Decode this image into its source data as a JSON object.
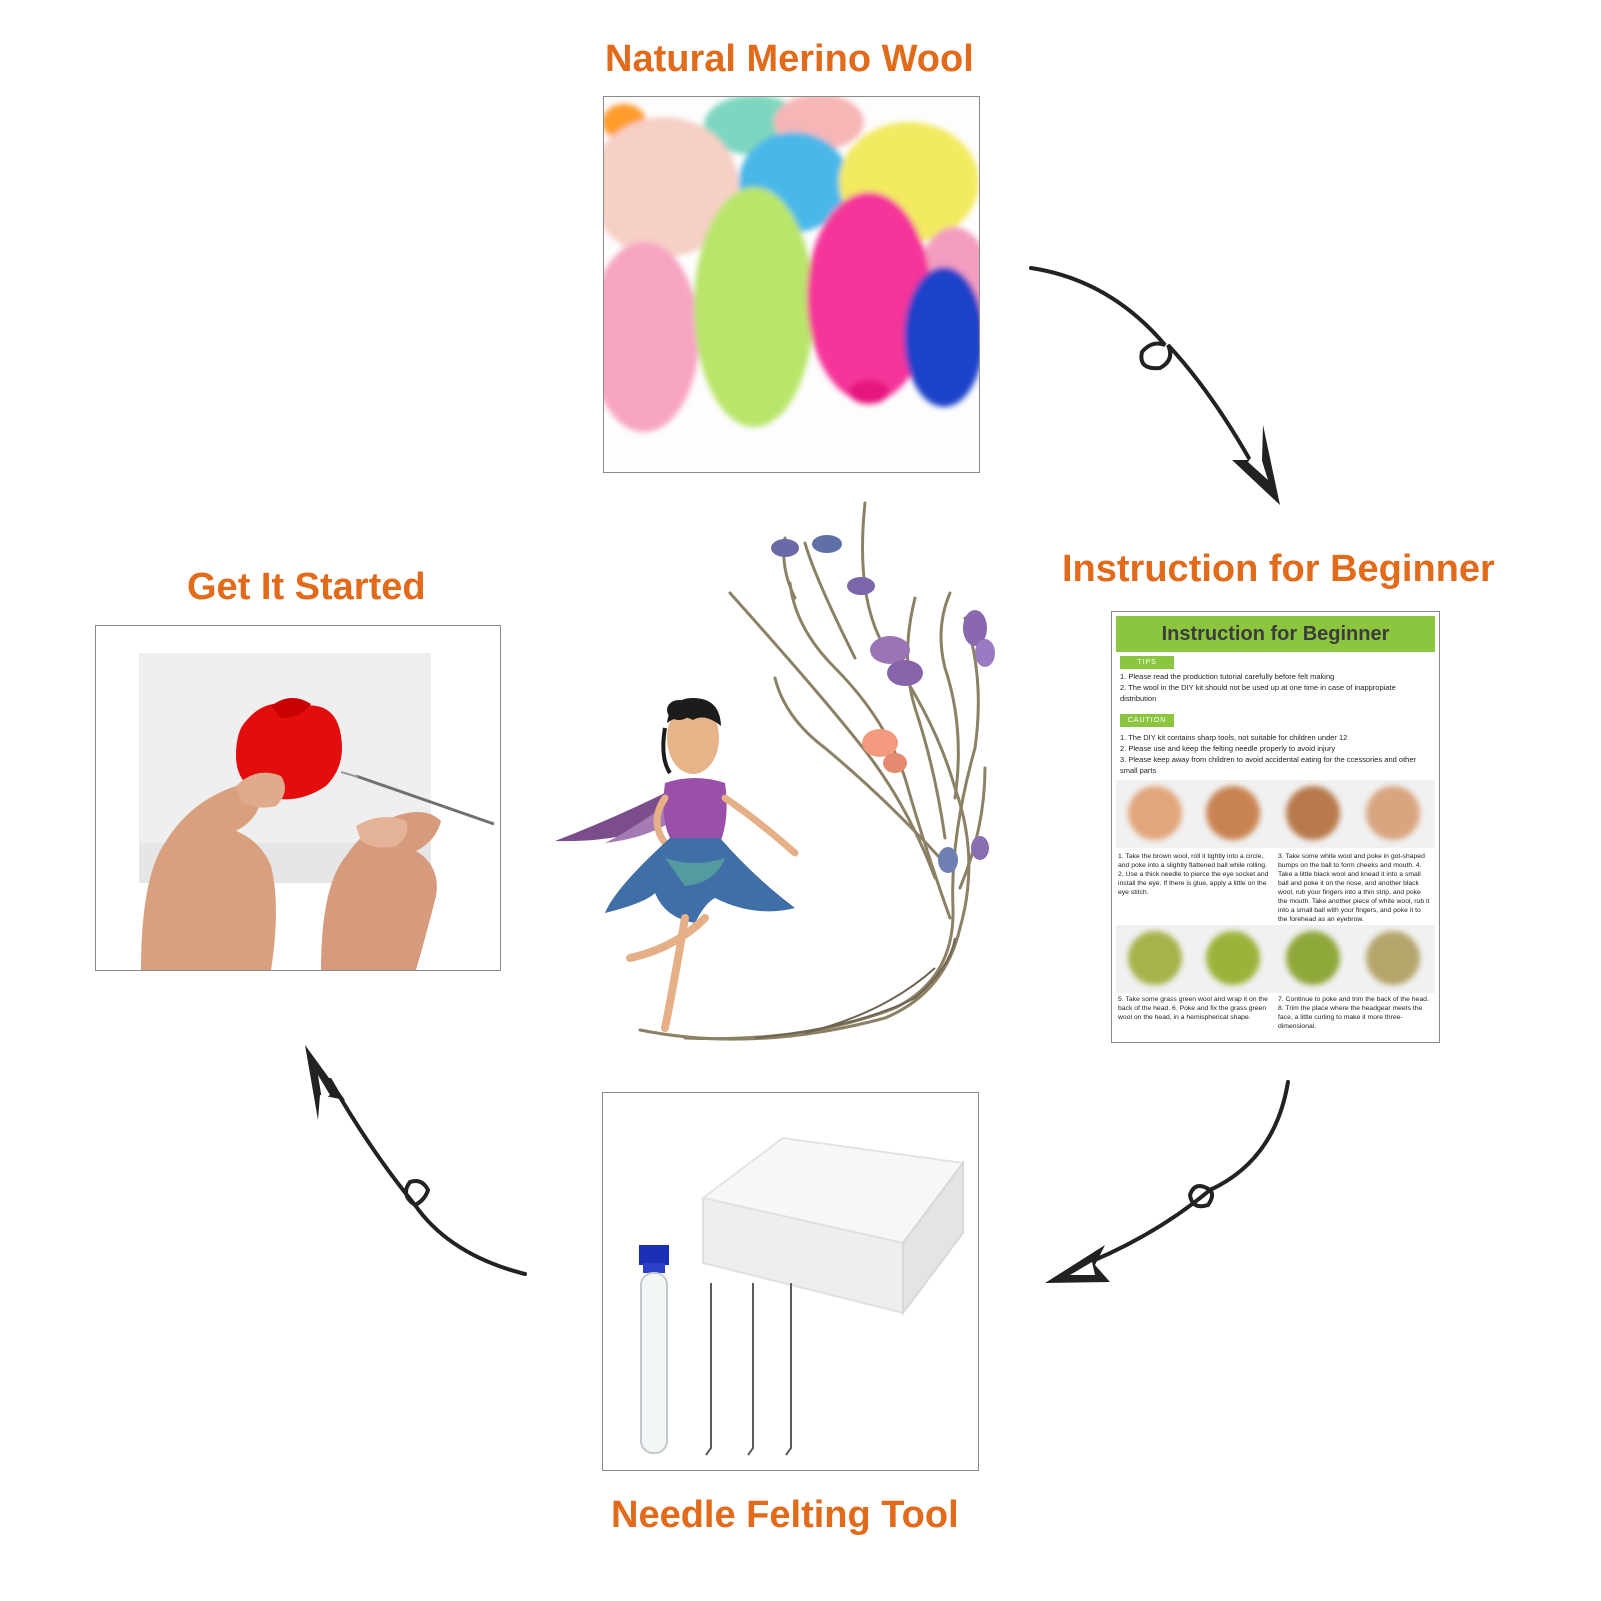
{
  "labels": {
    "top": "Natural Merino Wool",
    "right": "Instruction for Beginner",
    "left": "Get It Started",
    "bottom": "Needle Felting Tool"
  },
  "card": {
    "title": "Instruction for Beginner",
    "tips_tag": "TIPS",
    "tips": [
      "1. Please read the production tutorial carefully before felt making",
      "2. The wool in the DIY kit should not be used up at one time in case of inappropiate distribution"
    ],
    "caution_tag": "CAUTION",
    "caution": [
      "1. The DIY kit contains sharp tools, not suitable for children under 12",
      "2. Please use and keep the felting needle properly to avoid injury",
      "3. Please keep away from children to avoid accidental eating for the ccessories and other small parts"
    ],
    "steps_a_left": "1. Take the brown wool, roll it tightly into a circle, and poke into a slightly flattened ball while rolling. 2. Use a thick needle to pierce the eye socket and install the eye. If there is glue, apply a little on the eye stitch.",
    "steps_a_right": "3. Take some white wool and poke in got-shaped bumps on the ball to form cheeks and mouth. 4. Take a little black wool and knead it into a small ball and poke it on the nose, and another black wool, rub your fingers into a thin strip, and poke the mouth. Take another piece of white wool, rub it into a small ball with your fingers, and poke it to the forehead as an eyebrow.",
    "steps_b_left": "5. Take some grass green wool and wrap it on the back of the head. 6. Poke and fix the grass green wool on the head, in a hemispherical shape.",
    "steps_b_right": "7. Continue to poke and trim the back of the head. 8. Trim the place where the headgear meets the face, a little curling to make it more three-dimensional."
  },
  "colors": {
    "label": "#e26a1b",
    "card_green": "#8cc63f",
    "arrow": "#222222"
  },
  "icons": [
    "wool-photo",
    "doll-photo",
    "hands-felting-photo",
    "tools-photo",
    "cycle-arrow-icon"
  ]
}
